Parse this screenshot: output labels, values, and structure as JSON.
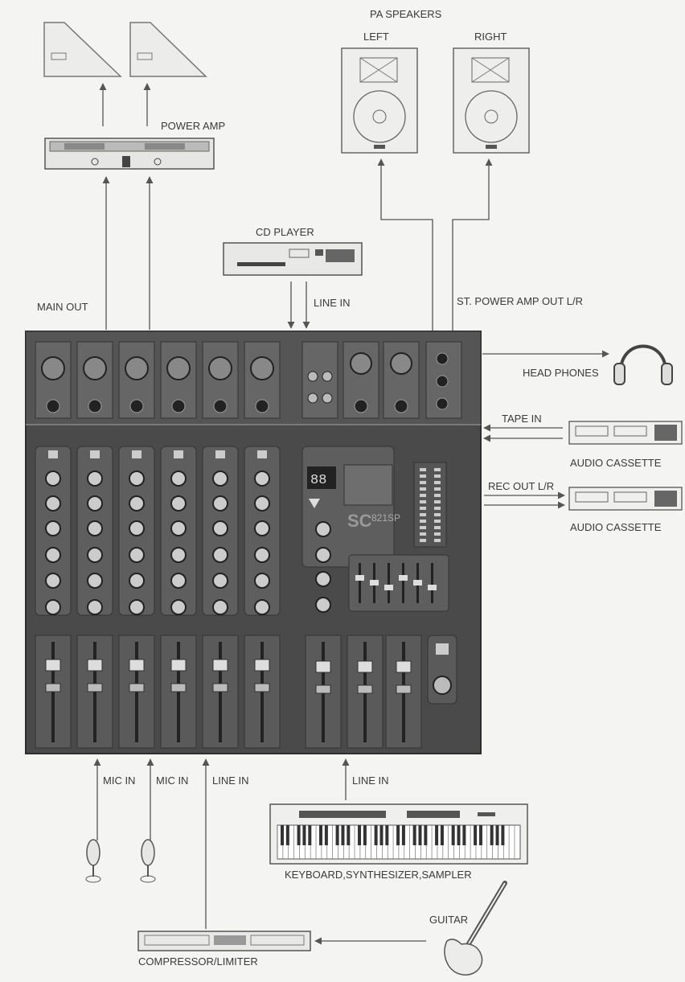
{
  "labels": {
    "pa_speakers": "PA SPEAKERS",
    "left": "LEFT",
    "right": "RIGHT",
    "power_amp": "POWER AMP",
    "cd_player": "CD PLAYER",
    "main_out": "MAIN OUT",
    "line_in_cd": "LINE IN",
    "st_power_amp_out": "ST. POWER AMP OUT L/R",
    "head_phones": "HEAD PHONES",
    "tape_in": "TAPE IN",
    "audio_cassette_1": "AUDIO CASSETTE",
    "rec_out": "REC OUT L/R",
    "audio_cassette_2": "AUDIO CASSETTE",
    "mic_in_1": "MIC IN",
    "mic_in_2": "MIC IN",
    "line_in_comp": "LINE IN",
    "line_in_kbd": "LINE IN",
    "keyboard": "KEYBOARD,SYNTHESIZER,SAMPLER",
    "guitar": "GUITAR",
    "compressor": "COMPRESSOR/LIMITER",
    "mixer_logo": "SC",
    "mixer_model": "821SP",
    "display_value": "88"
  },
  "colors": {
    "mixer_body": "#4a4a4a",
    "mixer_panel": "#5b5b5b",
    "line": "#555555",
    "device": "#e8e8e6"
  }
}
